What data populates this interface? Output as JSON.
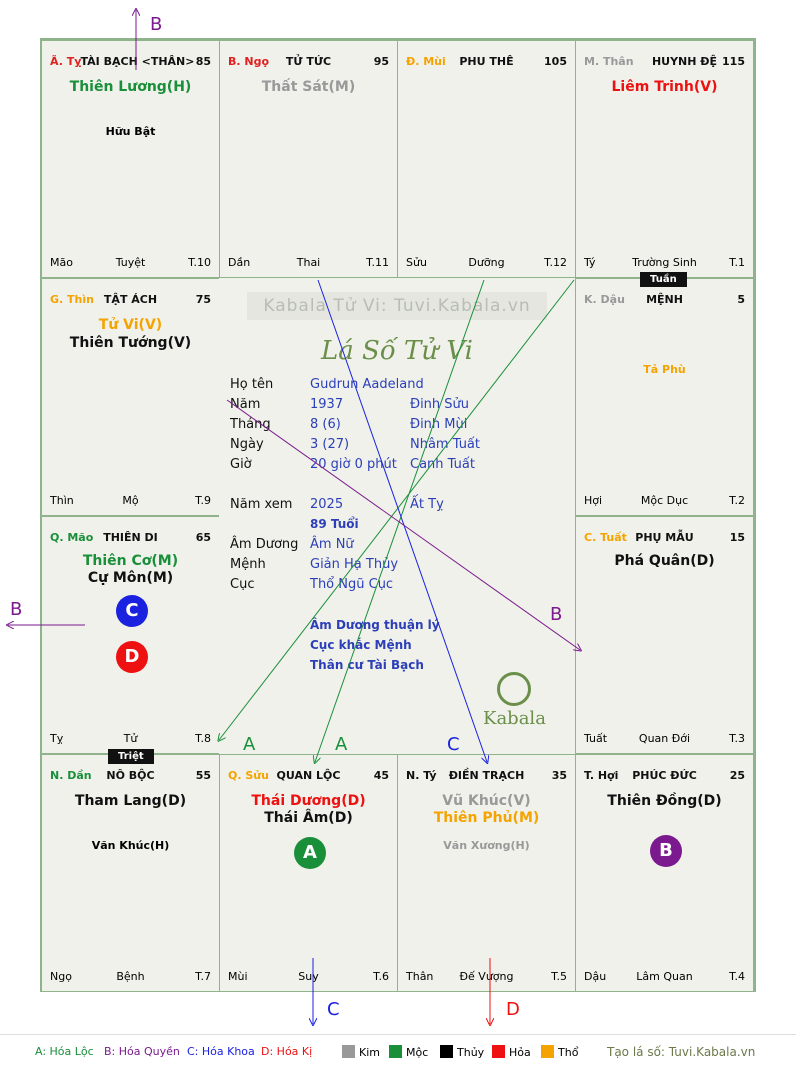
{
  "cells": {
    "ty_top": {
      "chi": "Ã. Tỵ",
      "palace": "TÀI BẠCH <THÂN>",
      "num": "85",
      "star1": "Thiên Lương(H)",
      "minor": "Hữu Bật",
      "bl": "Mão",
      "bc": "Tuyệt",
      "br": "T.10"
    },
    "ngo": {
      "chi": "B. Ngọ",
      "palace": "TỬ TỨC",
      "num": "95",
      "star1": "Thất Sát(M)",
      "bl": "Dần",
      "bc": "Thai",
      "br": "T.11"
    },
    "mui_top": {
      "chi": "Đ. Mùi",
      "palace": "PHU THÊ",
      "num": "105",
      "bl": "Sửu",
      "bc": "Dưỡng",
      "br": "T.12"
    },
    "than_top": {
      "chi": "M. Thân",
      "palace": "HUYNH ĐỆ",
      "num": "115",
      "star1": "Liêm Trinh(V)",
      "bl": "Tý",
      "bc": "Trường Sinh",
      "br": "T.1"
    },
    "thin": {
      "chi": "G. Thìn",
      "palace": "TẬT ÁCH",
      "num": "75",
      "star1": "Tử Vi(V)",
      "star2": "Thiên Tướng(V)",
      "bl": "Thìn",
      "bc": "Mộ",
      "br": "T.9"
    },
    "dau": {
      "chi": "K. Dậu",
      "palace": "MỆNH",
      "num": "5",
      "minor": "Tả Phù",
      "tag": "Tuần",
      "bl": "Hợi",
      "bc": "Mộc Dục",
      "br": "T.2"
    },
    "mao": {
      "chi": "Q. Mão",
      "palace": "THIÊN DI",
      "num": "65",
      "star1": "Thiên Cơ(M)",
      "star2": "Cự Môn(M)",
      "badge1": "C",
      "badge2": "D",
      "bl": "Tỵ",
      "bc": "Tử",
      "br": "T.8"
    },
    "tuat": {
      "chi": "C. Tuất",
      "palace": "PHỤ MẪU",
      "num": "15",
      "star1": "Phá Quân(D)",
      "bl": "Tuất",
      "bc": "Quan Đới",
      "br": "T.3"
    },
    "dan": {
      "chi": "N. Dần",
      "palace": "NÔ BỘC",
      "num": "55",
      "star1": "Tham Lang(D)",
      "minor": "Văn Khúc(H)",
      "tag": "Triệt",
      "bl": "Ngọ",
      "bc": "Bệnh",
      "br": "T.7"
    },
    "suu": {
      "chi": "Q. Sửu",
      "palace": "QUAN LỘC",
      "num": "45",
      "star1": "Thái Dương(D)",
      "star2": "Thái Âm(D)",
      "badge1": "A",
      "bl": "Mùi",
      "bc": "Suy",
      "br": "T.6"
    },
    "ty_bot": {
      "chi": "N. Tý",
      "palace": "ĐIỀN TRẠCH",
      "num": "35",
      "star1": "Vũ Khúc(V)",
      "star2": "Thiên Phủ(M)",
      "minor": "Văn Xương(H)",
      "bl": "Thân",
      "bc": "Đế Vượng",
      "br": "T.5"
    },
    "hoi": {
      "chi": "T. Hợi",
      "palace": "PHÚC ĐỨC",
      "num": "25",
      "star1": "Thiên Đồng(D)",
      "badge1": "B",
      "bl": "Dậu",
      "bc": "Lâm Quan",
      "br": "T.4"
    }
  },
  "center": {
    "watermark": "Kabala Tử Vi: Tuvi.Kabala.vn",
    "title": "Lá Số Tử Vi",
    "rows": [
      {
        "label": "Họ tên",
        "v1": "Gudrun Aadeland",
        "v2": ""
      },
      {
        "label": "Năm",
        "v1": "1937",
        "v2": "Đinh Sửu"
      },
      {
        "label": "Tháng",
        "v1": "8  (6)",
        "v2": "Đinh Mùi"
      },
      {
        "label": "Ngày",
        "v1": "3  (27)",
        "v2": "Nhâm Tuất"
      },
      {
        "label": "Giờ",
        "v1": "20 giờ 0 phút",
        "v2": "Canh Tuất"
      },
      {
        "label": "Năm xem",
        "v1": "2025",
        "v2": "Ất Tỵ"
      },
      {
        "label": "",
        "v1": "89 Tuổi",
        "v2": ""
      },
      {
        "label": "Âm Dương",
        "v1": "Âm Nữ",
        "v2": ""
      },
      {
        "label": "Mệnh",
        "v1": "Giản Hạ Thủy",
        "v2": ""
      },
      {
        "label": "Cục",
        "v1": "Thổ Ngũ Cục",
        "v2": ""
      }
    ],
    "notes": [
      "Âm Dương thuận lý",
      "Cục khắc Mệnh",
      "Thân cư Tài Bạch"
    ],
    "brand": "Kabala"
  },
  "arrow_labels": {
    "b_top": "B",
    "b_left": "B",
    "b_center": "B",
    "a1": "A",
    "a2": "A",
    "c_mid": "C",
    "c_bot": "C",
    "d_bot": "D"
  },
  "legend": {
    "a": "A: Hóa Lộc",
    "b": "B: Hóa Quyền",
    "c": "C: Hóa Khoa",
    "d": "D: Hóa Kị",
    "kim": "Kim",
    "moc": "Mộc",
    "thuy": "Thủy",
    "hoa": "Hỏa",
    "tho": "Thổ",
    "site": "Tạo lá số: Tuvi.Kabala.vn"
  },
  "colors": {
    "kim": "#999999",
    "moc": "#1a8f3a",
    "thuy": "#000000",
    "hoa": "#ee1111",
    "tho": "#f5a300",
    "a": "#1a8f3a",
    "b": "#7b1a8f",
    "c": "#1a22e0",
    "d": "#ee1111"
  }
}
